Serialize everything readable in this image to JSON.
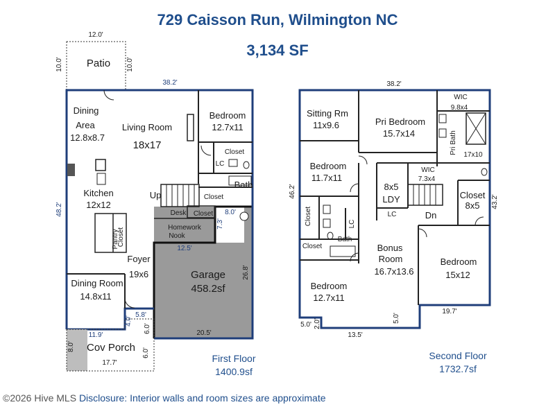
{
  "header": {
    "address": "729 Caisson Run, Wilmington NC",
    "total_sf": "3,134 SF"
  },
  "first_floor": {
    "name": "First Floor",
    "area": "1400.9sf",
    "rooms": {
      "patio": "Patio",
      "dining_area": "Dining",
      "dining_area_2": "Area",
      "dining_area_size": "12.8x8.7",
      "living_room": "Living Room",
      "living_room_size": "18x17",
      "bedroom": "Bedroom",
      "bedroom_size": "12.7x11",
      "closet_1": "Closet",
      "lc": "LC",
      "bath": "Bath",
      "closet_2": "Closet",
      "kitchen": "Kitchen",
      "kitchen_size": "12x12",
      "up": "Up",
      "desk": "Desk",
      "closet_3": "Closet",
      "homework": "Homework",
      "nook": "Nook",
      "pantry": "Pantry",
      "closet_4": "Closet",
      "foyer": "Foyer",
      "foyer_size": "19x6",
      "dining_room": "Dining Room",
      "dining_room_size": "14.8x11",
      "garage": "Garage",
      "garage_size": "458.2sf",
      "cov_porch": "Cov Porch"
    },
    "dims": {
      "patio_w": "12.0'",
      "patio_l": "10.0'",
      "patio_r": "10.0'",
      "top": "38.2'",
      "left": "48.2'",
      "garage_top": "8.0'",
      "garage_side": "7.3'",
      "nook_w": "12.5'",
      "garage_right": "26.8'",
      "garage_bottom": "20.5'",
      "porch_top": "11.9'",
      "porch_notch_w": "5.8'",
      "porch_notch_h": "4.0'",
      "porch_r": "6.0'",
      "porch_l": "8.0'",
      "porch_bottom": "17.7'",
      "porch_r2": "6.0'"
    }
  },
  "second_floor": {
    "name": "Second Floor",
    "area": "1732.7sf",
    "rooms": {
      "sitting_rm": "Sitting Rm",
      "sitting_rm_size": "11x9.6",
      "pri_bedroom": "Pri Bedroom",
      "pri_bedroom_size": "15.7x14",
      "wic_1": "WIC",
      "wic_1_size": "9.8x4",
      "pri_bath": "Pri Bath",
      "pri_bath_size": "17x10",
      "bedroom_1": "Bedroom",
      "bedroom_1_size": "11.7x11",
      "laundry_size": "8x5",
      "laundry": "LDY",
      "wic_2": "WIC",
      "wic_2_size": "7.3x4",
      "closet_right": "Closet",
      "closet_right_size": "8x5",
      "lc_1": "LC",
      "lc_2": "LC",
      "dn": "Dn",
      "closet_l1": "Closet",
      "closet_l2": "Closet",
      "bath": "Bath",
      "bonus": "Bonus",
      "bonus_2": "Room",
      "bonus_size": "16.7x13.6",
      "bedroom_2": "Bedroom",
      "bedroom_2_size": "15x12",
      "bedroom_3": "Bedroom",
      "bedroom_3_size": "12.7x11"
    },
    "dims": {
      "top": "38.2'",
      "left": "46.2'",
      "right": "43.2'",
      "bottom_right": "19.7'",
      "notch_h": "5.0'",
      "bottom_mid": "13.5'",
      "step_h": "2.0'",
      "step_w": "5.0'"
    }
  },
  "footer": {
    "watermark": "©2026 Hive MLS",
    "disclosure": "Disclosure: Interior walls and room sizes are approximate"
  }
}
